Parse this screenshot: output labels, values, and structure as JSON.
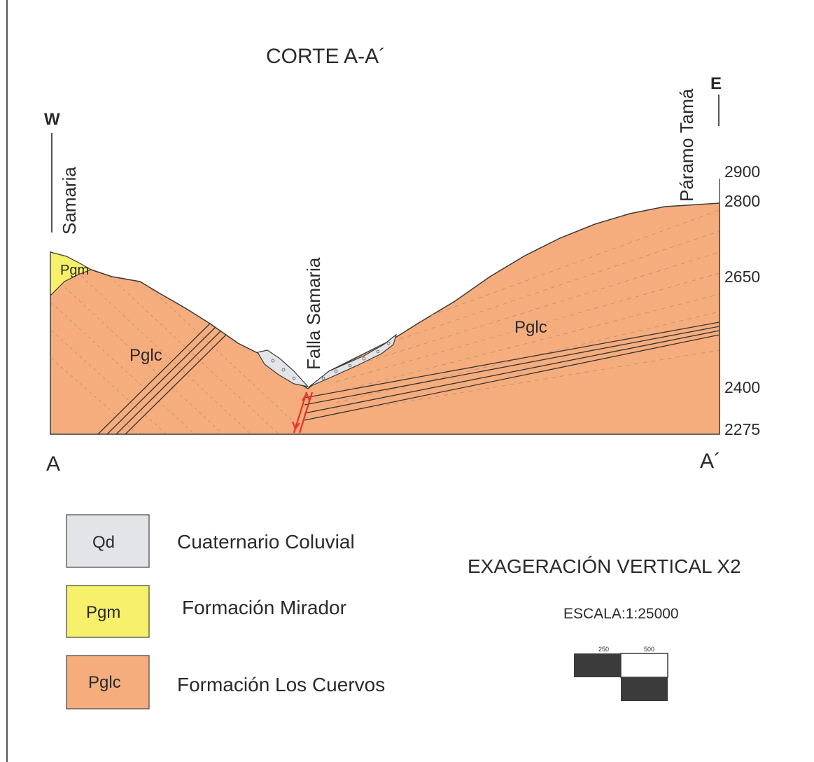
{
  "section": {
    "title": "CORTE A-A´",
    "west_label": "W",
    "east_label": "E",
    "start_label": "A",
    "end_label": "A´",
    "places": {
      "west": "Samaria",
      "east": "Páramo Tamá",
      "fault": "Falla Samaria"
    },
    "unit_labels_in_section": [
      "Pgm",
      "Pglc",
      "Pglc"
    ],
    "elevation_ticks": [
      "2900",
      "2800",
      "2650",
      "2400",
      "2275"
    ]
  },
  "legend": {
    "items": [
      {
        "code": "Qd",
        "name": "Cuaternario Coluvial",
        "color": "#e3e4e7"
      },
      {
        "code": "Pgm",
        "name": "Formación Mirador",
        "color": "#f6f06a"
      },
      {
        "code": "Pglc",
        "name": "Formación Los Cuervos",
        "color": "#f6ad7e"
      }
    ]
  },
  "notes": {
    "exaggeration": "EXAGERACIÓN VERTICAL X2",
    "scale": "ESCALA:1:25000",
    "scale_bar_labels": [
      "250",
      "500"
    ]
  },
  "colors": {
    "pglc": "#f6ad7e",
    "pgm": "#f6f06a",
    "qd": "#e3e4e7",
    "fault": "#e8322a",
    "line": "#2a2a2a"
  }
}
